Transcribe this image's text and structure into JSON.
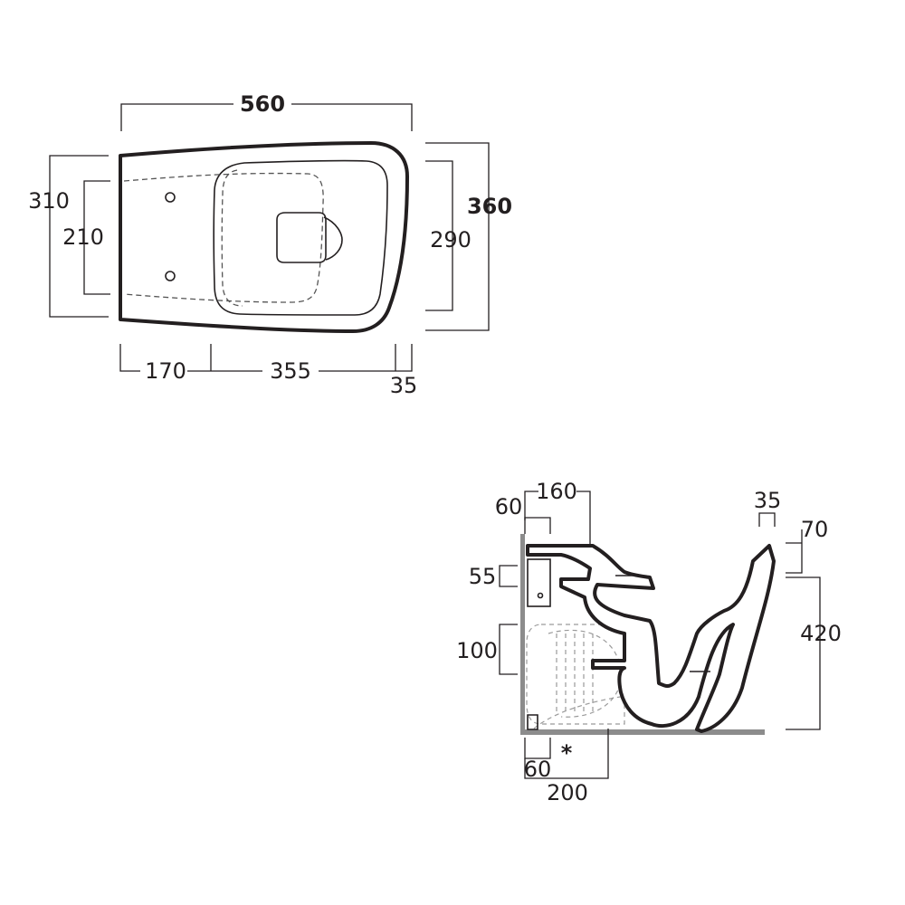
{
  "top_view": {
    "overall_length": "560",
    "outer_width": "310",
    "fixing_spacing": "210",
    "rim_width_bold": "360",
    "inner_width": "290",
    "wall_to_seat": "170",
    "seat_length": "355",
    "front_rim": "35"
  },
  "side_view": {
    "rear_offset": "60",
    "flush_inlet": "160",
    "rim_depth": "35",
    "top_rim": "70",
    "inlet_height": "55",
    "waste_height": "100",
    "total_height": "420",
    "floor_offset": "60",
    "waste_outlet": "200",
    "note_mark": "*"
  },
  "colors": {
    "line": "#231f20",
    "floor": "#8c8c8c",
    "hidden": "#9a9a9a"
  }
}
